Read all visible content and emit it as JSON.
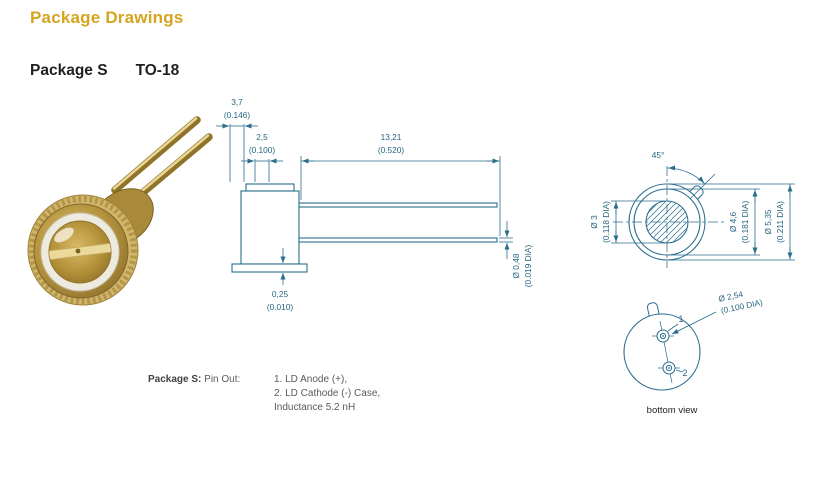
{
  "colors": {
    "accent_gold": "#D6A41F",
    "drawing_teal": "#2A6E8C",
    "text_dark": "#231F20",
    "text_gray": "#595A5C"
  },
  "header": {
    "title": "Package Drawings"
  },
  "subtitle": {
    "package": "Package S",
    "type": "TO-18"
  },
  "side_view": {
    "dim_a_mm": "3,7",
    "dim_a_in": "(0.146)",
    "dim_b_mm": "2,5",
    "dim_b_in": "(0.100)",
    "lead_length_mm": "13,21",
    "lead_length_in": "(0.520)",
    "flange_thickness_mm": "0,25",
    "flange_thickness_in": "(0.010)",
    "lead_dia_mm": "Ø 0,48",
    "lead_dia_in": "(0.019 DIA)"
  },
  "top_view": {
    "tab_angle": "45°",
    "window_dia_mm": "Ø 3",
    "window_dia_in": "(0.118 DIA)",
    "cap_dia_mm": "Ø 4,6",
    "cap_dia_in": "(0.181 DIA)",
    "flange_dia_mm": "Ø 5,35",
    "flange_dia_in": "(0.211 DIA)"
  },
  "bottom_view": {
    "pin_circle_mm": "Ø 2,54",
    "pin_circle_in": "(0.100 DIA)",
    "pin1": "1",
    "pin2": "2",
    "caption": "bottom view"
  },
  "pinout": {
    "package_label": "Package S:",
    "pin_out_label": "Pin Out:",
    "line1": "1. LD Anode (+),",
    "line2": "2. LD Cathode (-) Case,",
    "line3": "Inductance 5.2 nH"
  }
}
